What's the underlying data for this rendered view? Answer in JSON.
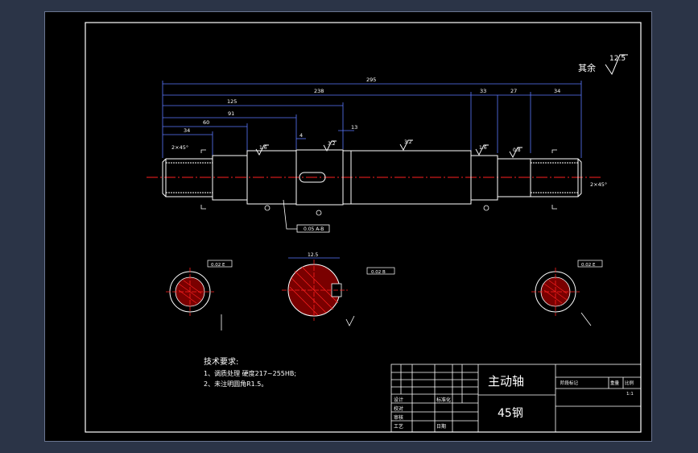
{
  "roughness_note": {
    "label": "其余",
    "value": "12.5"
  },
  "dimensions": {
    "overall": "295",
    "l_238": "238",
    "l_125": "125",
    "l_91": "91",
    "l_60": "60",
    "l_34a": "34",
    "l_33": "33",
    "l_27": "27",
    "l_34b": "34",
    "step_4": "4",
    "step_13": "13",
    "chamfer_left": "2×45°",
    "chamfer_right": "2×45°",
    "rough_16a": "1.6",
    "rough_32a": "3.2",
    "rough_32b": "3.2",
    "rough_16b": "1.6",
    "rough_08": "0.8",
    "tol_frame": "0.05 A-B",
    "section_width": "12.5",
    "section_tol": "0.02 B",
    "spline_tol_left": "0.02 E",
    "spline_tol_right": "0.02 E"
  },
  "tech_requirements": {
    "heading": "技术要求:",
    "line1": "1、调质处理 硬度217~255HB;",
    "line2": "2、未注明圆角R1.5。"
  },
  "title_block": {
    "part_name": "主动轴",
    "material": "45钢",
    "label_design": "设计",
    "label_standard": "标准化",
    "label_check": "校对",
    "label_review": "审核",
    "label_process": "工艺",
    "label_approve": "日期",
    "label_stage": "阶段标记",
    "label_weight": "重量",
    "label_scale": "比例",
    "scale_value": "1:1"
  },
  "colors": {
    "background": "#2b3447",
    "sheet": "#000000",
    "line": "#ffffff",
    "dimension": "#5b78ff",
    "centerline": "#ff2020",
    "hatch": "#ff2020"
  }
}
